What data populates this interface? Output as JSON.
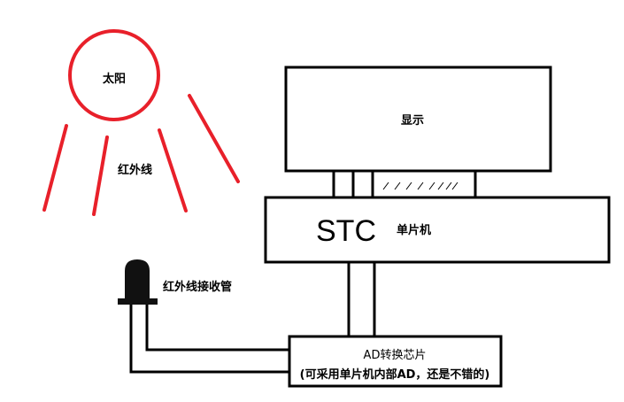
{
  "sun": {
    "label": "太阳",
    "color": "#e8202a"
  },
  "infrared": {
    "label": "红外线",
    "color": "#e8202a"
  },
  "display": {
    "label": "显示"
  },
  "mcu": {
    "brand": "STC",
    "label": "单片机"
  },
  "receiver": {
    "label": "红外线接收管"
  },
  "adc": {
    "title": "AD转换芯片",
    "note": "(可采用单片机内部AD，还是不错的)"
  },
  "colors": {
    "line": "#000000",
    "sun": "#e8202a"
  }
}
